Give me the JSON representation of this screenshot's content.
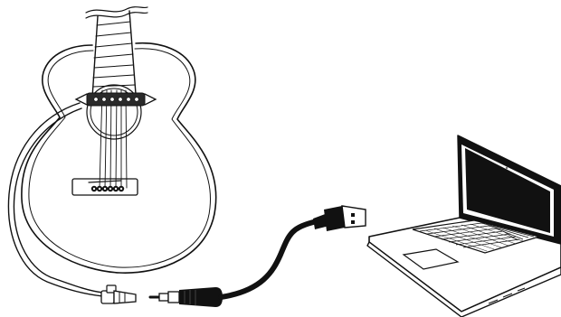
{
  "illustration": {
    "parts": [
      {
        "name": "acoustic-guitar",
        "icon": "guitar-icon"
      },
      {
        "name": "soundhole-pickup",
        "icon": "pickup-icon"
      },
      {
        "name": "instrument-cable",
        "icon": "cable-icon"
      },
      {
        "name": "quarter-inch-jack",
        "icon": "jack-plug-icon"
      },
      {
        "name": "usb-plug",
        "icon": "usb-plug-icon"
      },
      {
        "name": "laptop",
        "icon": "laptop-icon"
      }
    ],
    "colors": {
      "ink": "#111111",
      "background": "#ffffff",
      "screen": "#111111"
    }
  }
}
